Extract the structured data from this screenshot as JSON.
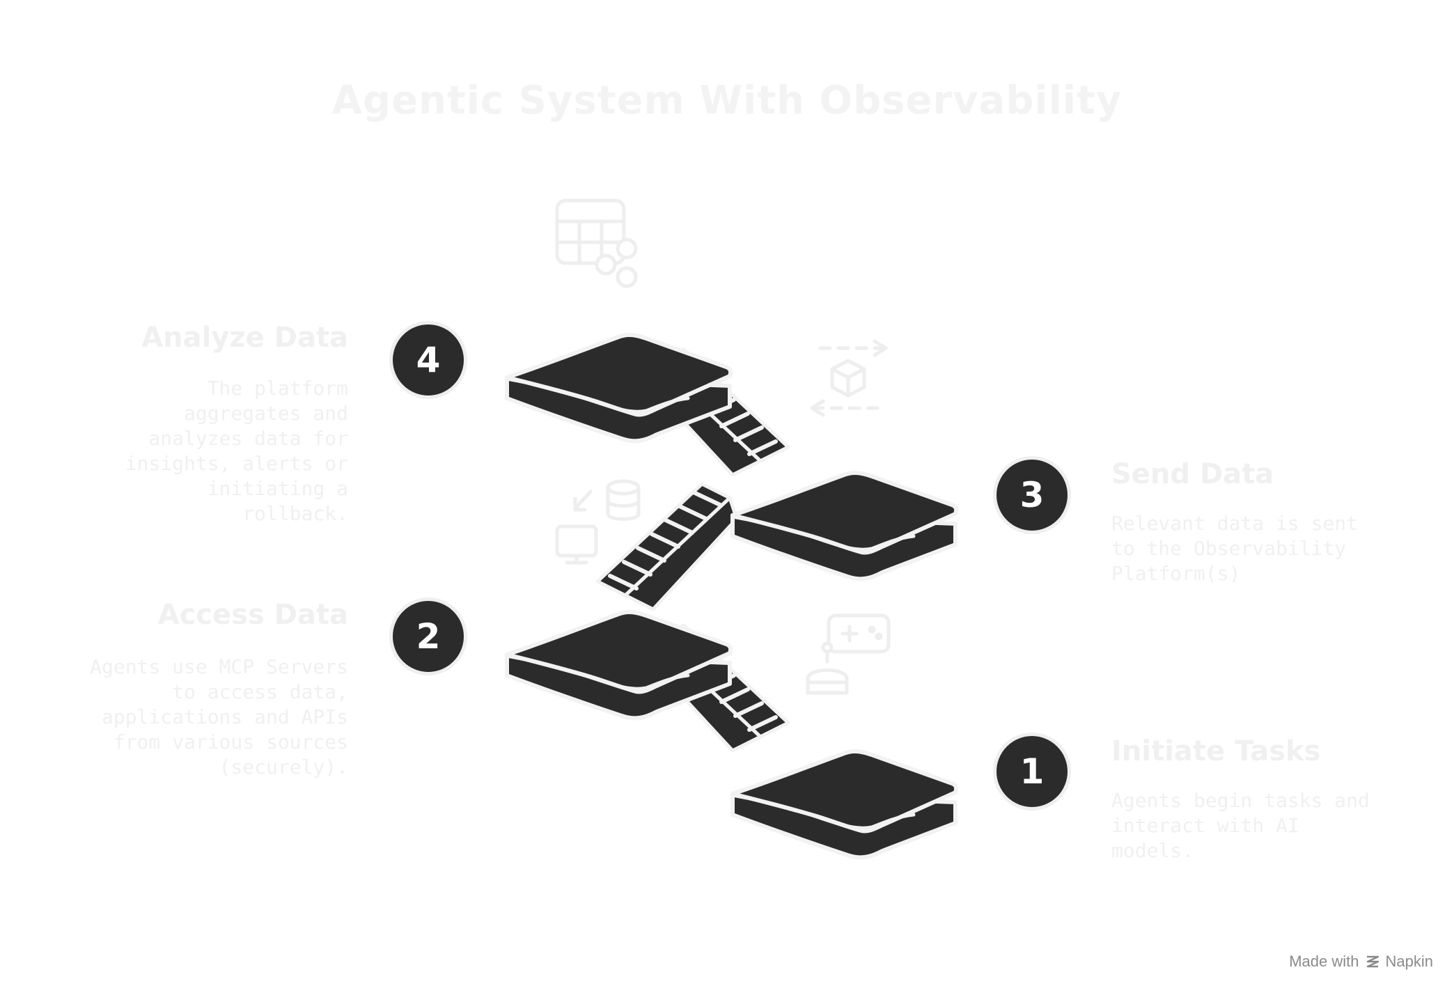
{
  "title": "Agentic System With Observability",
  "steps": [
    {
      "number": "1",
      "title": "Initiate Tasks",
      "description": "Agents begin tasks and interact with AI models.",
      "icon": "robot-controller-icon"
    },
    {
      "number": "2",
      "title": "Access Data",
      "description": "Agents use MCP Servers to access data, applications and APIs from various sources (securely).",
      "icon": "database-computer-icon"
    },
    {
      "number": "3",
      "title": "Send Data",
      "description": "Relevant data is sent to the Observability Platform(s)",
      "icon": "package-exchange-icon"
    },
    {
      "number": "4",
      "title": "Analyze Data",
      "description": "The platform aggregates and analyzes data for insights, alerts or initiating a rollback.",
      "icon": "table-share-icon"
    }
  ],
  "footer": {
    "made_with": "Made with",
    "brand": "Napkin"
  },
  "colors": {
    "platform": "#2b2b2b",
    "outline": "#f2f2f2",
    "faint_text": "#f0f0f0"
  }
}
